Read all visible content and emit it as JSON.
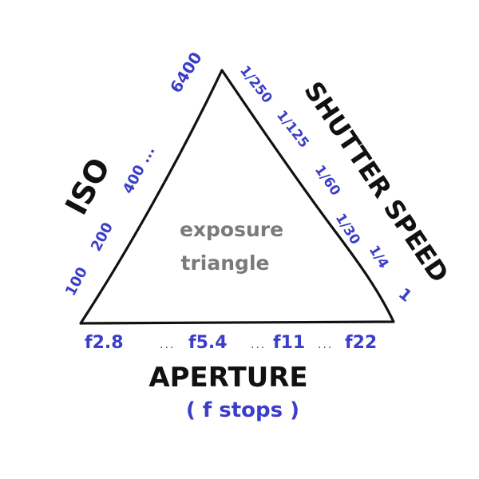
{
  "center": {
    "line1": "exposure",
    "line2": "triangle"
  },
  "sides": {
    "left": "ISO",
    "right": "SHUTTER SPEED",
    "bottom": "APERTURE",
    "bottom_sub": "( f stops )"
  },
  "iso_values": [
    "100",
    "200",
    "400 ...",
    "6400"
  ],
  "shutter_values": [
    "1/250",
    "1/125",
    "1/60",
    "1/30",
    "1/4",
    "1"
  ],
  "aperture_values": [
    "f2.8",
    "f5.4",
    "f11",
    "f22"
  ],
  "ellipsis": "...",
  "colors": {
    "outline": "#111111",
    "values": "#3a3ec8",
    "center_text": "#7a7a7a"
  }
}
